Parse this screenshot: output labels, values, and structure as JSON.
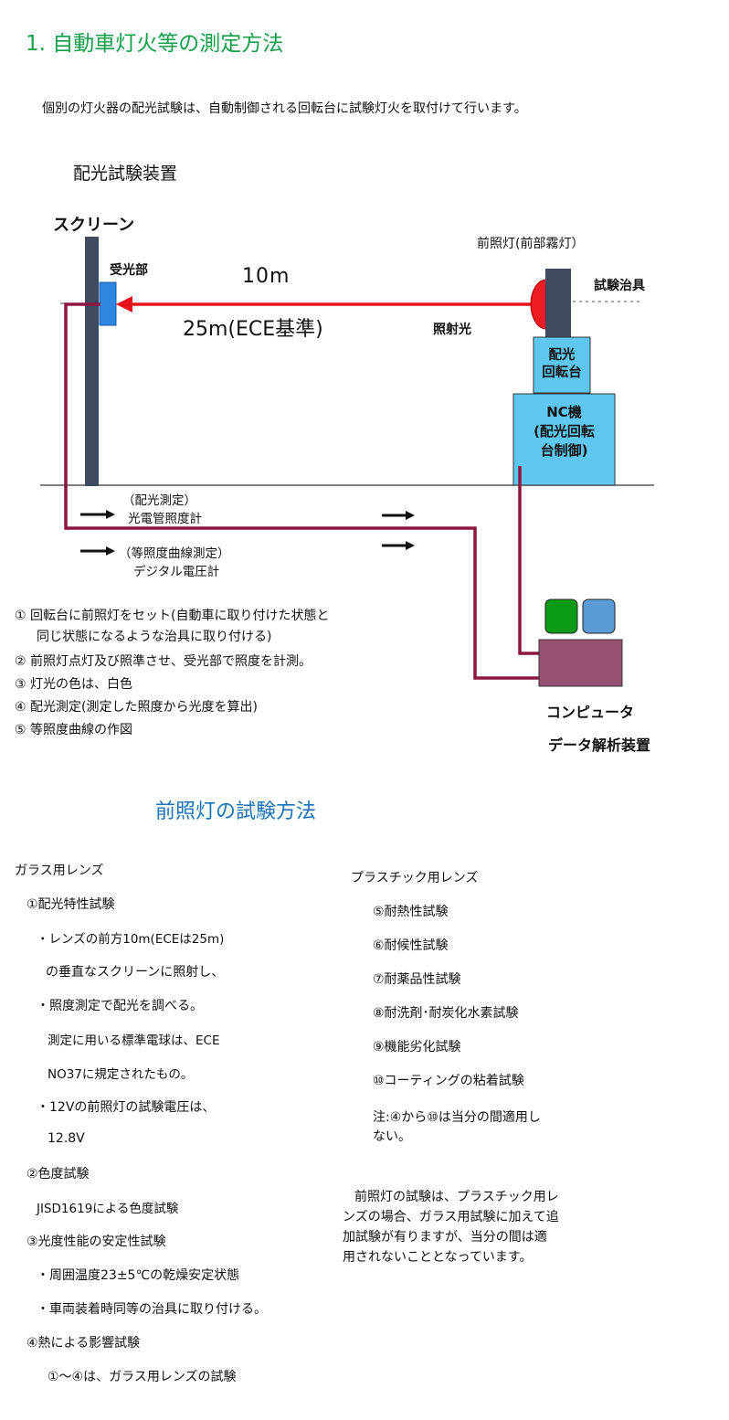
{
  "heading": "1. 自動車灯火等の測定方法",
  "intro": "個別の灯火器の配光試験は、自動制御される回転台に試験灯火を取付けて行います。",
  "diagram": {
    "title": "配光試験装置",
    "screen_label": "スクリーン",
    "receiver_label": "受光部",
    "distance_label": "10m",
    "ece_label": "25m(ECE基準)",
    "headlamp_label": "前照灯(前部霧灯）",
    "jig_label": "試験治具",
    "irradiation_label": "照射光",
    "turntable_line1": "配光",
    "turntable_line2": "回転台",
    "nc_line1": "NC機",
    "nc_line2": "(配光回転",
    "nc_line3": "台制御)",
    "meter1_line1": "（配光測定）",
    "meter1_line2": "光電管照度計",
    "meter2_line1": "（等照度曲線測定）",
    "meter2_line2": "デジタル電圧計",
    "computer_label": "コンピュータ",
    "analyzer_label": "データ解析装置",
    "colors": {
      "screen": "#3d4a60",
      "receiver": "#2f86e0",
      "beam": "#e8141b",
      "cable": "#8b1640",
      "cyan_box": "#5fc7ef",
      "computer": "#965070",
      "green_key": "#0b9a16",
      "blue_key": "#5b9bd5",
      "lamp": "#ef1c24"
    }
  },
  "steps": [
    "①  回転台に前照灯をセット(自動車に取り付けた状態と",
    "同じ状態になるような治具に取り付ける)",
    "②  前照灯点灯及び照準させ、受光部で照度を計測。",
    "③  灯光の色は、白色",
    "④  配光測定(測定した照度から光度を算出)",
    "⑤  等照度曲線の作図"
  ],
  "section2_title": "前照灯の試験方法",
  "glass": {
    "heading": "ガラス用レンズ",
    "lines": [
      "①配光特性試験",
      "・レンズの前方10m(ECEは25m)",
      "の垂直なスクリーンに照射し、",
      "・照度測定で配光を調べる。",
      "測定に用いる標準電球は、ECE",
      "NO37に規定されたもの。",
      "・12Vの前照灯の試験電圧は、",
      "12.8V",
      "②色度試験",
      "JISD1619による色度試験",
      "③光度性能の安定性試験",
      "・周囲温度23±5℃の乾燥安定状態",
      "・車両装着時同等の治具に取り付ける。",
      "④熱による影響試験",
      "①～④は、ガラス用レンズの試験"
    ]
  },
  "plastic": {
    "heading": "プラスチック用レンズ",
    "lines": [
      "⑤耐熱性試験",
      "⑥耐候性試験",
      "⑦耐薬品性試験",
      "⑧耐洗剤･耐炭化水素試験",
      "⑨機能劣化試験",
      "⑩コーティングの粘着試験"
    ],
    "note_line1": "注:④から⑩は当分の間適用し",
    "note_line2": "ない。",
    "summary_lines": [
      "前照灯の試験は、プラスチック用レ",
      "ンズの場合、ガラス用試験に加えて追",
      "加試験が有りますが、当分の間は適",
      "用されないこととなっています。"
    ]
  }
}
